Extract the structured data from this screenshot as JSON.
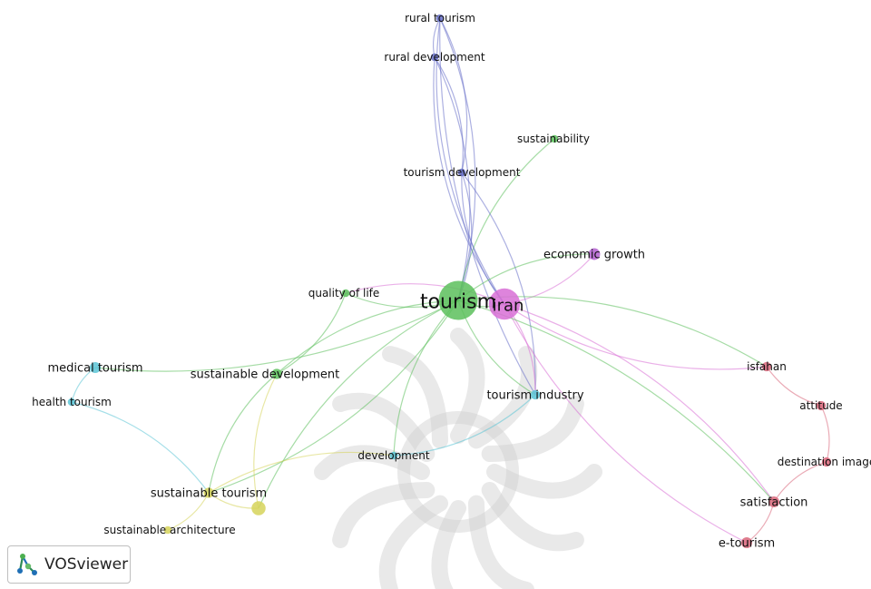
{
  "app": {
    "logo_text": "VOSviewer"
  },
  "colors": {
    "red": "#d9667a",
    "green": "#5cbf5c",
    "blue": "#6770c9",
    "yellow": "#d6d45a",
    "purple": "#b35fd0",
    "cyan": "#5bc4d6",
    "magenta": "#d86fd6",
    "watermark": "#cfcfcf"
  },
  "network": {
    "nodes": [
      {
        "id": "tourism",
        "label": "tourism",
        "cluster": "green",
        "weight": 5
      },
      {
        "id": "iran",
        "label": "iran",
        "cluster": "magenta",
        "weight": 4
      },
      {
        "id": "rural-tourism",
        "label": "rural tourism",
        "cluster": "blue",
        "weight": 1
      },
      {
        "id": "rural-development",
        "label": "rural development",
        "cluster": "blue",
        "weight": 1
      },
      {
        "id": "sustainability",
        "label": "sustainability",
        "cluster": "green",
        "weight": 1
      },
      {
        "id": "tourism-development",
        "label": "tourism development",
        "cluster": "blue",
        "weight": 1
      },
      {
        "id": "economic-growth",
        "label": "economic growth",
        "cluster": "purple",
        "weight": 1.5
      },
      {
        "id": "quality-of-life",
        "label": "quality of life",
        "cluster": "green",
        "weight": 1
      },
      {
        "id": "medical-tourism",
        "label": "medical tourism",
        "cluster": "cyan",
        "weight": 1.4
      },
      {
        "id": "health-tourism",
        "label": "health tourism",
        "cluster": "cyan",
        "weight": 1
      },
      {
        "id": "sustainable-development",
        "label": "sustainable development",
        "cluster": "green",
        "weight": 1.3
      },
      {
        "id": "tourism-industry",
        "label": "tourism industry",
        "cluster": "cyan",
        "weight": 1.2
      },
      {
        "id": "isfahan",
        "label": "isfahan",
        "cluster": "red",
        "weight": 1.2
      },
      {
        "id": "attitude",
        "label": "attitude",
        "cluster": "red",
        "weight": 1.2
      },
      {
        "id": "destination-image",
        "label": "destination image",
        "cluster": "red",
        "weight": 1.2
      },
      {
        "id": "development",
        "label": "development",
        "cluster": "cyan",
        "weight": 1
      },
      {
        "id": "sustainable-tourism",
        "label": "sustainable tourism",
        "cluster": "yellow",
        "weight": 1.3
      },
      {
        "id": "unlabeled-yellow",
        "label": "",
        "cluster": "yellow",
        "weight": 1.8
      },
      {
        "id": "sustainable-architecture",
        "label": "sustainable architecture",
        "cluster": "yellow",
        "weight": 1
      },
      {
        "id": "satisfaction",
        "label": "satisfaction",
        "cluster": "red",
        "weight": 1.4
      },
      {
        "id": "e-tourism",
        "label": "e-tourism",
        "cluster": "red",
        "weight": 1.4
      }
    ],
    "links": [
      [
        "rural-tourism",
        "rural-development"
      ],
      [
        "rural-tourism",
        "tourism"
      ],
      [
        "rural-tourism",
        "iran"
      ],
      [
        "rural-tourism",
        "tourism-development"
      ],
      [
        "rural-tourism",
        "tourism-industry"
      ],
      [
        "rural-development",
        "tourism"
      ],
      [
        "rural-development",
        "iran"
      ],
      [
        "rural-development",
        "tourism-development"
      ],
      [
        "sustainability",
        "tourism"
      ],
      [
        "tourism-development",
        "tourism"
      ],
      [
        "tourism-development",
        "iran"
      ],
      [
        "tourism-development",
        "tourism-industry"
      ],
      [
        "tourism",
        "iran"
      ],
      [
        "tourism",
        "economic-growth"
      ],
      [
        "iran",
        "economic-growth"
      ],
      [
        "tourism",
        "quality-of-life"
      ],
      [
        "iran",
        "quality-of-life"
      ],
      [
        "tourism",
        "medical-tourism"
      ],
      [
        "tourism",
        "sustainable-development"
      ],
      [
        "quality-of-life",
        "sustainable-development"
      ],
      [
        "tourism",
        "tourism-industry"
      ],
      [
        "iran",
        "tourism-industry"
      ],
      [
        "tourism",
        "development"
      ],
      [
        "tourism",
        "sustainable-tourism"
      ],
      [
        "tourism",
        "unlabeled-yellow"
      ],
      [
        "tourism",
        "isfahan"
      ],
      [
        "iran",
        "isfahan"
      ],
      [
        "iran",
        "satisfaction"
      ],
      [
        "iran",
        "e-tourism"
      ],
      [
        "tourism",
        "satisfaction"
      ],
      [
        "isfahan",
        "attitude"
      ],
      [
        "attitude",
        "destination-image"
      ],
      [
        "destination-image",
        "satisfaction"
      ],
      [
        "satisfaction",
        "e-tourism"
      ],
      [
        "medical-tourism",
        "health-tourism"
      ],
      [
        "health-tourism",
        "sustainable-tourism"
      ],
      [
        "sustainable-development",
        "sustainable-tourism"
      ],
      [
        "sustainable-tourism",
        "sustainable-architecture"
      ],
      [
        "sustainable-tourism",
        "unlabeled-yellow"
      ],
      [
        "sustainable-tourism",
        "development"
      ],
      [
        "development",
        "tourism-industry"
      ],
      [
        "unlabeled-yellow",
        "sustainable-development"
      ]
    ]
  }
}
